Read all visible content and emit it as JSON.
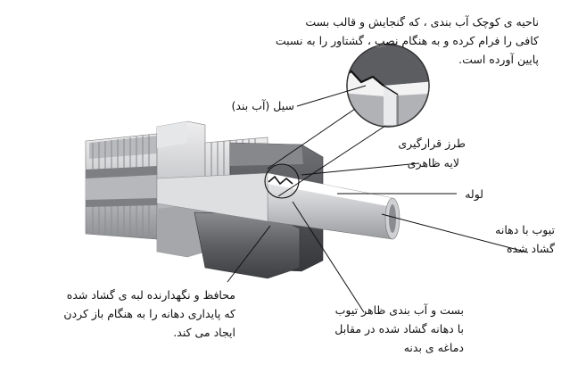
{
  "labels": {
    "top_note": [
      "ناحیه ی کوچک آب بندی ، که گنجایش و قالب بست",
      "کافی را فرام کرده و به هنگام نصب ، گشتاور را به نسبت",
      "پایین آورده است."
    ],
    "seal": "سیل (آب بند)",
    "thread_style": "طرز قرارگیری",
    "surface_layer": "لایه ظاهری",
    "tube": "لوله",
    "flared_tube": [
      "تیوب با دهانه",
      "گشاد شده"
    ],
    "retainer": [
      "محافظ و نگهدارنده لبه ی گشاد شده",
      "که پایداری دهانه را به هنگام باز کردن",
      "ایجاد می کند."
    ],
    "clamp_seal": [
      "بست و آب بندی ظاهر تیوب",
      "با دهانه گشاد شده در مقابل",
      "دماغه ی بدنه"
    ]
  },
  "colors": {
    "steel_light": "#d9dadc",
    "steel_mid": "#a9abae",
    "steel_dark": "#6c6e72",
    "steel_darkest": "#3d3f43",
    "line": "#111111"
  }
}
